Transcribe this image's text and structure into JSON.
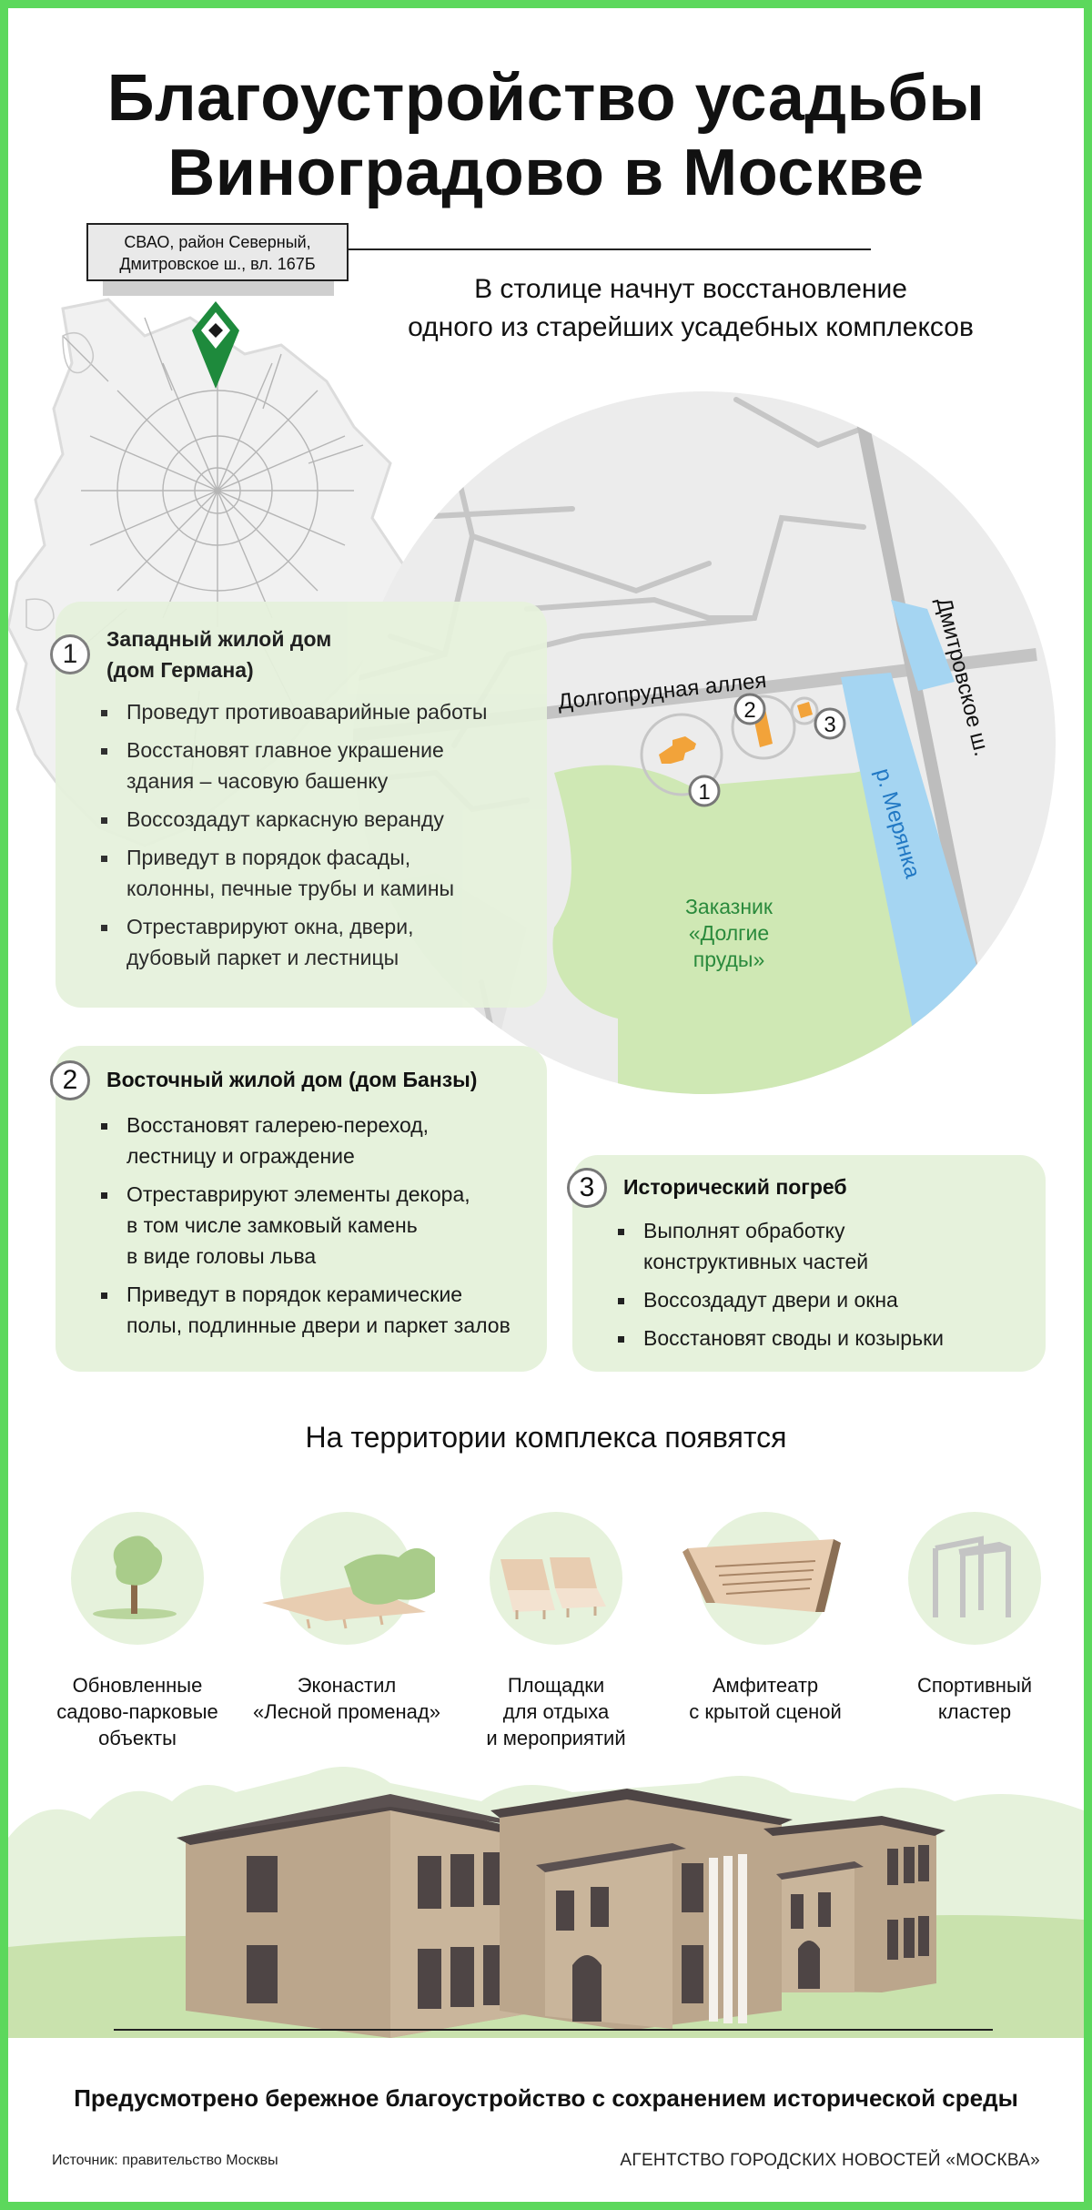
{
  "title": {
    "line1": "Благоустройство усадьбы",
    "line2": "Виноградово в Москве"
  },
  "address": {
    "line1": "СВАО, район Северный,",
    "line2": "Дмитровское ш., вл. 167Б"
  },
  "subtitle": {
    "line1": "В столице начнут восстановление",
    "line2": "одного из старейших усадебных комплексов"
  },
  "map": {
    "road_alley": "Долгопрудная аллея",
    "road_highway": "Дмитровское ш.",
    "river": "р. Мерянка",
    "reserve": {
      "line1": "Заказник",
      "line2": "«Долгие",
      "line3": "пруды»"
    },
    "markers": [
      "1",
      "2",
      "3"
    ],
    "colors": {
      "park": "#cfe8b4",
      "water": "#a5d5f2",
      "building": "#f2a33a",
      "land": "#ececec",
      "pin": "#1e8a3c"
    }
  },
  "cards": [
    {
      "number": "1",
      "title_line1": "Западный жилой дом",
      "title_line2": "(дом Германа)",
      "items": [
        [
          "Проведут противоаварийные работы"
        ],
        [
          "Восстановят главное украшение",
          "здания – часовую башенку"
        ],
        [
          "Воссоздадут каркасную веранду"
        ],
        [
          "Приведут в порядок фасады,",
          "колонны, печные трубы и камины"
        ],
        [
          "Отреставрируют окна, двери,",
          "дубовый паркет и лестницы"
        ]
      ]
    },
    {
      "number": "2",
      "title_line1": "Восточный жилой дом (дом Банзы)",
      "items": [
        [
          "Восстановят галерею-переход,",
          "лестницу и ограждение"
        ],
        [
          "Отреставрируют элементы декора,",
          "в том числе замковый камень",
          "в виде головы льва"
        ],
        [
          "Приведут в порядок керамические",
          "полы, подлинные двери и паркет залов"
        ]
      ]
    },
    {
      "number": "3",
      "title_line1": "Исторический погреб",
      "items": [
        [
          "Выполнят обработку",
          "конструктивных частей"
        ],
        [
          "Воссоздадут двери и окна"
        ],
        [
          "Восстановят своды и козырьки"
        ]
      ]
    }
  ],
  "features_heading": "На территории комплекса появятся",
  "features": [
    {
      "icon": "tree-icon",
      "lines": [
        "Обновленные",
        "садово-парковые",
        "объекты"
      ]
    },
    {
      "icon": "boardwalk-icon",
      "lines": [
        "Эконастил",
        "«Лесной променад»"
      ]
    },
    {
      "icon": "loungers-icon",
      "lines": [
        "Площадки",
        "для отдыха",
        "и мероприятий"
      ]
    },
    {
      "icon": "amphitheater-icon",
      "lines": [
        "Амфитеатр",
        "с крытой сценой"
      ]
    },
    {
      "icon": "sports-frame-icon",
      "lines": [
        "Спортивный",
        "кластер"
      ]
    }
  ],
  "footer": {
    "statement": "Предусмотрено бережное благоустройство с сохранением исторической среды",
    "source": "Источник: правительство Москвы",
    "agency": "АГЕНТСТВО ГОРОДСКИХ НОВОСТЕЙ «МОСКВА»"
  },
  "colors": {
    "frame": "#5cd85c",
    "card": "#e6f2dc",
    "building_wall": "#bba68c",
    "building_roof": "#4e4545"
  }
}
